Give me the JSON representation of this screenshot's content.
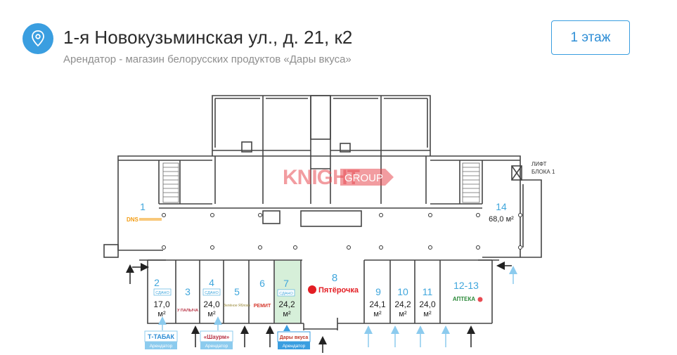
{
  "header": {
    "title": "1-я Новокузьминская ул., д. 21, к2",
    "subtitle": "Арендатор - магазин белорусских продуктов «Дары вкуса»",
    "floor_button": "1 этаж"
  },
  "plan": {
    "watermark_left": "KNIGHT",
    "watermark_right": "GROUP",
    "lift_line1": "ЛИФТ",
    "lift_line2": "БЛОКА 1",
    "units": {
      "u1": {
        "number": "1",
        "brand": "DNS"
      },
      "u2": {
        "number": "2",
        "status": "СДАНО",
        "area": "17,0",
        "unit": "м²"
      },
      "u3": {
        "number": "3",
        "brand": "У ПАЛЫЧА"
      },
      "u4": {
        "number": "4",
        "status": "СДАНО",
        "area": "24,0",
        "unit": "м²"
      },
      "u5": {
        "number": "5",
        "brand": "Зелёное Яблоко"
      },
      "u6": {
        "number": "6",
        "brand": "РЕМИТ"
      },
      "u7": {
        "number": "7",
        "status": "СДАНО",
        "area": "24,2",
        "unit": "м²"
      },
      "u8": {
        "number": "8",
        "brand": "Пятёрочка"
      },
      "u9": {
        "number": "9",
        "area": "24,1",
        "unit": "м²"
      },
      "u10": {
        "number": "10",
        "area": "24,2",
        "unit": "м²"
      },
      "u11": {
        "number": "11",
        "area": "24,0",
        "unit": "м²"
      },
      "u12": {
        "number": "12-13",
        "brand": "АПТЕКА"
      },
      "u14": {
        "number": "14",
        "area": "68,0 м²"
      }
    },
    "signs": {
      "tabak": {
        "name": "Т-ТАБАК",
        "caption": "Арендатор"
      },
      "shaurma": {
        "name": "«Шаурм»",
        "caption": "Арендатор"
      },
      "dary": {
        "name": "Дары вкуса",
        "caption": "Арендатор"
      }
    }
  },
  "colors": {
    "accent": "#3a9ee0",
    "number_blue": "#3fa6dc",
    "rented_green": "#d6efd9",
    "watermark_red": "#e84b52",
    "entrance_light": "#8ccbee"
  }
}
